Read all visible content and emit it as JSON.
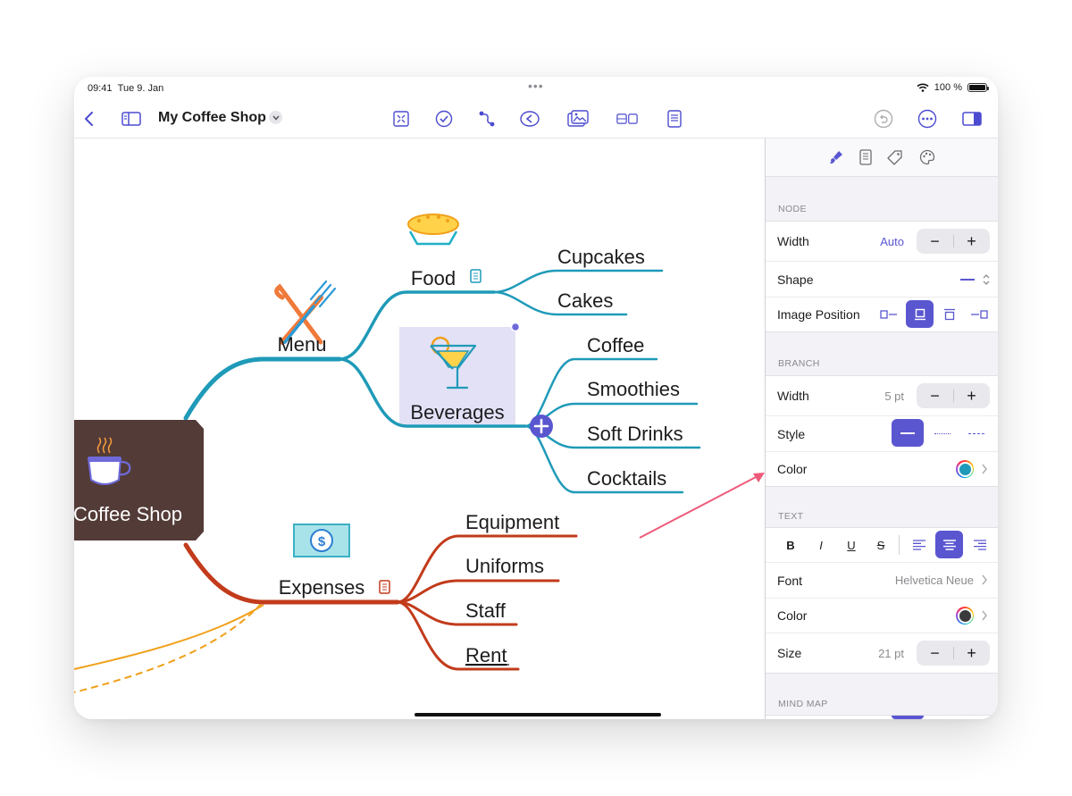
{
  "status_bar": {
    "time": "09:41",
    "date": "Tue 9. Jan",
    "battery": "100 %"
  },
  "toolbar": {
    "back_icon": "chevron-left-icon",
    "document_title": "My Coffee Shop",
    "center_icons": [
      "focus-icon",
      "checkmark-circle-icon",
      "connection-icon",
      "back-tag-icon",
      "image-icon",
      "layout-icon",
      "document-icon"
    ],
    "right_icons": [
      "undo-icon",
      "more-icon",
      "sidebar-icon"
    ],
    "accent": "#4c4bd0"
  },
  "mind_map": {
    "root": "Coffee Shop",
    "branches": [
      {
        "label": "Menu",
        "color": "#1f9ab8",
        "children": [
          {
            "label": "Food",
            "children": [
              "Cupcakes",
              "Cakes"
            ]
          },
          {
            "label": "Beverages",
            "children": [
              "Coffee",
              "Smoothies",
              "Soft Drinks",
              "Cocktails"
            ]
          }
        ]
      },
      {
        "label": "Expenses",
        "color": "#c23b1b",
        "children": [
          "Equipment",
          "Uniforms",
          "Staff",
          "Rent"
        ]
      }
    ],
    "connection_color": "#f0a01a",
    "selection_color": "#e2e1f6",
    "root_color": "#533b37",
    "arrow_color": "#ee5a7a"
  },
  "inspector": {
    "tab_icons": [
      "style-brush-icon",
      "notes-icon",
      "tag-icon",
      "palette-icon"
    ],
    "node": {
      "title": "NODE",
      "width_label": "Width",
      "width_value": "Auto",
      "shape_label": "Shape",
      "image_position_label": "Image Position"
    },
    "branch": {
      "title": "BRANCH",
      "width_label": "Width",
      "width_value": "5 pt",
      "style_label": "Style",
      "color_label": "Color"
    },
    "text": {
      "title": "TEXT",
      "bold": "B",
      "italic": "I",
      "underline": "U",
      "strike": "S",
      "font_label": "Font",
      "font_value": "Helvetica Neue",
      "color_label": "Color",
      "size_label": "Size",
      "size_value": "21 pt"
    },
    "mind_map_title": "MIND MAP",
    "stepper_minus": "−",
    "stepper_plus": "+"
  }
}
